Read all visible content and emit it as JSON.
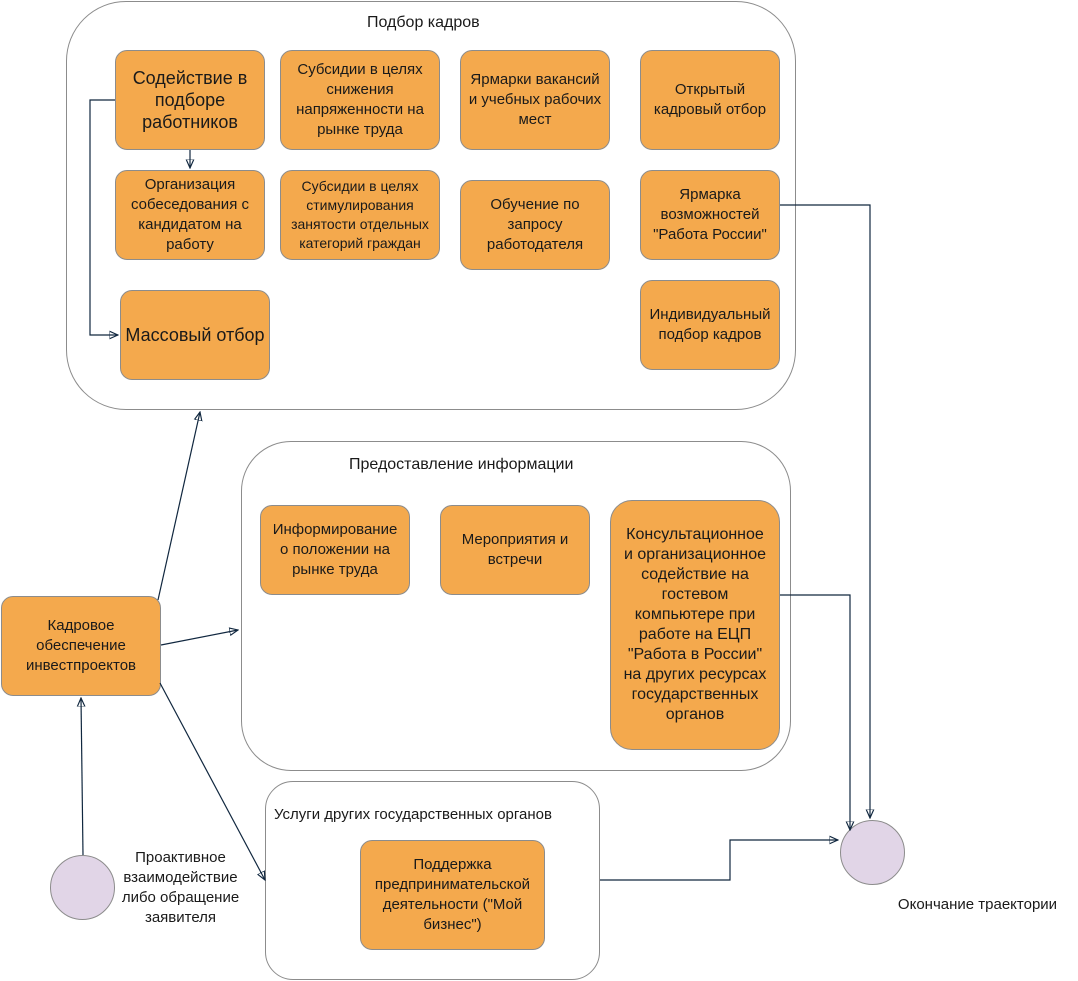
{
  "groups": {
    "recruitment": "Подбор кадров",
    "information": "Предоставление информации",
    "other_services": "Услуги других государственных органов"
  },
  "nodes": {
    "assist_selection": "Содействие в\nподборе\nработников",
    "subsidy_tension": "Субсидии в целях\nснижения\nнапряженности на\nрынке труда",
    "job_fairs": "Ярмарки вакансий\nи учебных рабочих\nмест",
    "open_selection": "Открытый\nкадровый отбор",
    "interview": "Организация\nсобеседования с\nкандидатом на\nработу",
    "subsidy_employment": "Субсидии в целях\nстимулирования\nзанятости отдельных\nкатегорий граждан",
    "training": "Обучение по\nзапросу\nработодателя",
    "fair_opportunities": "Ярмарка\nвозможностей\n\"Работа России\"",
    "mass_selection": "Массовый отбор",
    "individual_selection": "Индивидуальный\nподбор кадров",
    "labor_market_info": "Информирование\nо положении на\nрынке труда",
    "events": "Мероприятия и\nвстречи",
    "consulting": "Консультационное\nи организационное\nсодействие на\nгостевом\nкомпьютере при\nработе на ЕЦП\n\"Работа в России\"\nна других ресурсах\nгосударственных\nорганов",
    "investprojects": "Кадровое\nобеспечение\nинвестпроектов",
    "my_business": "Поддержка\nпредпринимательской\nдеятельности (\"Мой\nбизнес\")"
  },
  "endpoints": {
    "start_label": "Проактивное\nвзаимодействие\nлибо обращение\nзаявителя",
    "end_label": "Окончание траектории"
  },
  "colors": {
    "box_fill": "#f4a94d",
    "circle_fill": "#e1d5e7",
    "border": "#8c8c8c",
    "edge": "#10273f"
  }
}
